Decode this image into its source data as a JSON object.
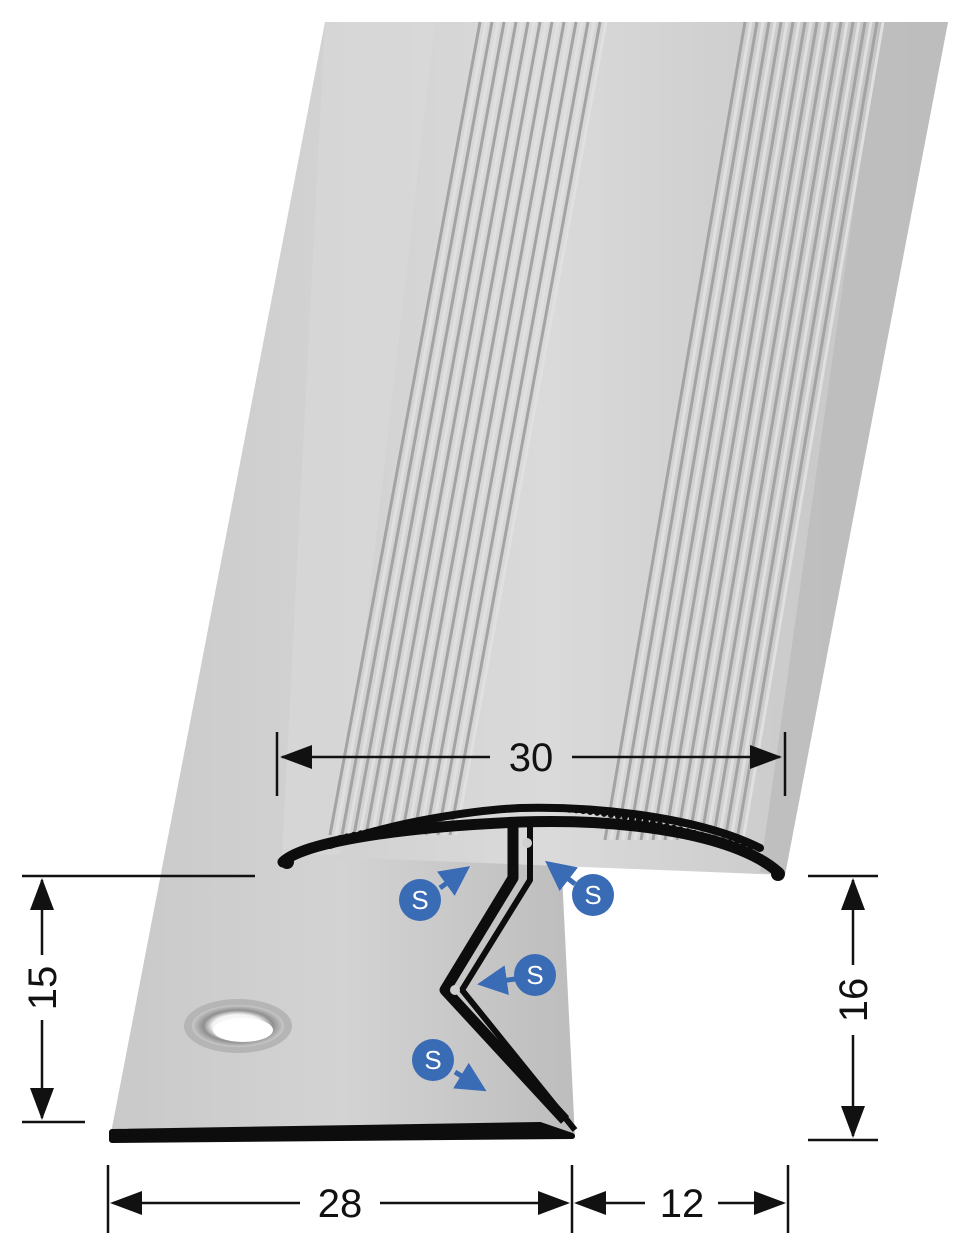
{
  "colors": {
    "profile_light": "#d6d6d6",
    "profile_mid": "#c4c4c4",
    "profile_dark": "#a9a9a9",
    "groove_dark": "#9a9a9a",
    "section_black": "#0d0d0d",
    "badge_blue": "#3a6bb5",
    "dimension_line": "#111111"
  },
  "dimensions": {
    "top_width": "30",
    "bottom_left_width": "28",
    "bottom_right_width": "12",
    "left_height": "15",
    "right_height": "16"
  },
  "screw_markers": [
    {
      "label": "S",
      "icon": "screw-marker-icon"
    },
    {
      "label": "S",
      "icon": "screw-marker-icon"
    },
    {
      "label": "S",
      "icon": "screw-marker-icon"
    },
    {
      "label": "S",
      "icon": "screw-marker-icon"
    }
  ]
}
